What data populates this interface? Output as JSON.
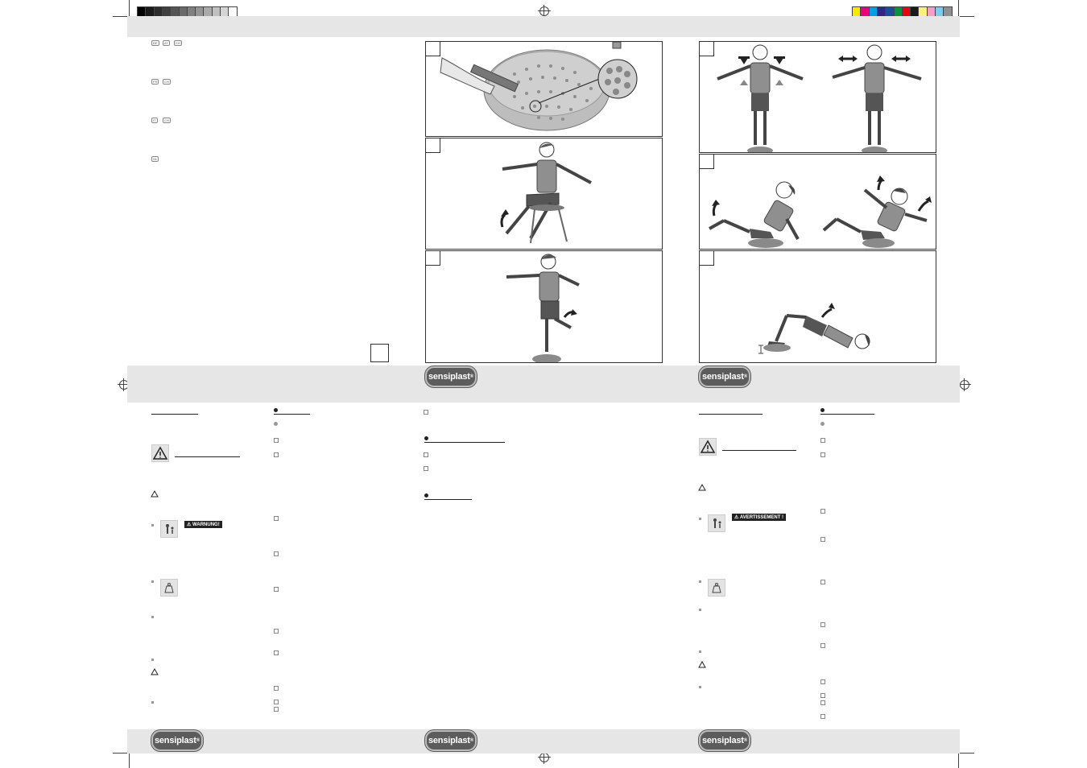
{
  "brand": {
    "logo_text": "sensiplast"
  },
  "language_flags": {
    "group1": [
      "DE",
      "AT",
      "CH"
    ],
    "group2": [
      "FR",
      "CH"
    ],
    "group3": [
      "IT",
      "CH"
    ],
    "group4": [
      "NL"
    ]
  },
  "warnings": {
    "de_badge": "WARNUNG!",
    "fr_badge": "AVERTISSEMENT !"
  },
  "icons": {
    "warning": "warning-triangle-icon",
    "child_hazard": "child-hazard-icon",
    "weight_limit": "weight-icon",
    "registration": "registration-mark-icon"
  },
  "colors": {
    "band": "#e6e6e6",
    "logo_bg": "#5c5c5c",
    "color_bar_right": [
      "#ffe600",
      "#e6007e",
      "#009fe3",
      "#312783",
      "#1d4e9b",
      "#009640",
      "#e30613",
      "#1a1a1a",
      "#fff27a",
      "#f29fc5",
      "#7ecbef",
      "#8f8f8f"
    ],
    "gray_bar_left": [
      "#000000",
      "#1a1a1a",
      "#2d2d2d",
      "#3f3f3f",
      "#555555",
      "#6a6a6a",
      "#808080",
      "#959595",
      "#aaaaaa",
      "#c0c0c0",
      "#d5d5d5",
      "#ffffff"
    ]
  }
}
